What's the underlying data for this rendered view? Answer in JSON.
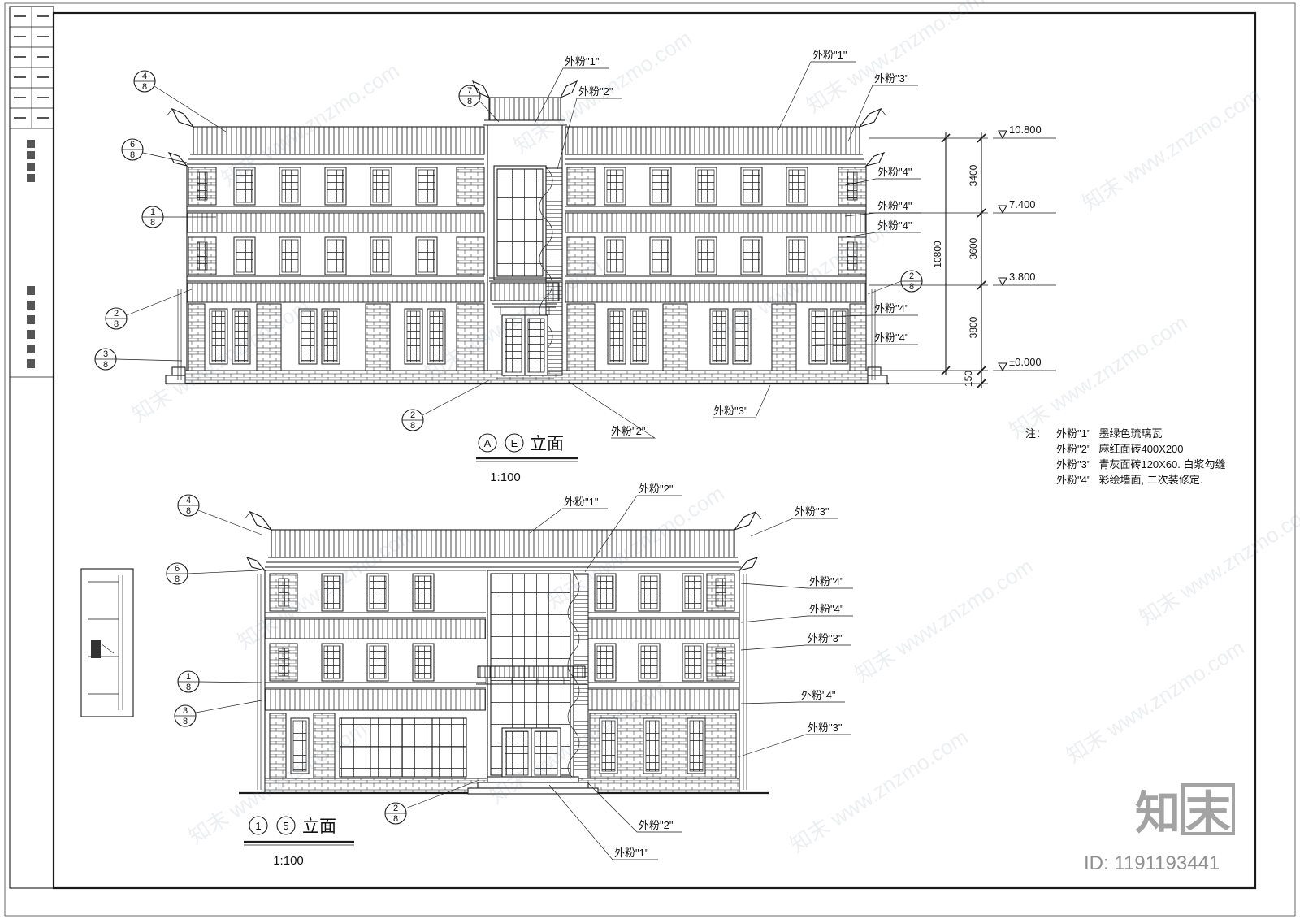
{
  "sheet": {
    "watermark": "知末 www.znzmo.com",
    "brand": {
      "char1": "知",
      "char2": "末"
    },
    "footer_id": "ID: 1191193441"
  },
  "annotations": {
    "wf1": "外粉\"1\"",
    "wf2": "外粉\"2\"",
    "wf3": "外粉\"3\"",
    "wf4": "外粉\"4\""
  },
  "notes": {
    "prefix": "注：",
    "lines": [
      {
        "tag": "外粉\"1\"",
        "desc": "墨绿色琉璃瓦"
      },
      {
        "tag": "外粉\"2\"",
        "desc": "麻红面砖400X200"
      },
      {
        "tag": "外粉\"3\"",
        "desc": "青灰面砖120X60. 白浆勾缝"
      },
      {
        "tag": "外粉\"4\"",
        "desc": "彩绘墙面, 二次装修定."
      }
    ]
  },
  "dimensions": {
    "levels": [
      "10.800",
      "7.400",
      "3.800",
      "±0.000"
    ],
    "segments": [
      "3400",
      "3600",
      "3800"
    ],
    "total": "10800",
    "base": "150"
  },
  "callouts": {
    "den": "8",
    "n1": "1",
    "n2": "2",
    "n3": "3",
    "n4": "4",
    "n6": "6",
    "n7": "7"
  },
  "elevations": {
    "top": {
      "grid_start": "A",
      "sep": "-",
      "grid_end": "E",
      "name": "立面",
      "scale": "1:100"
    },
    "bottom": {
      "grid_start": "1",
      "grid_end": "5",
      "name": "立面",
      "scale": "1:100"
    }
  }
}
